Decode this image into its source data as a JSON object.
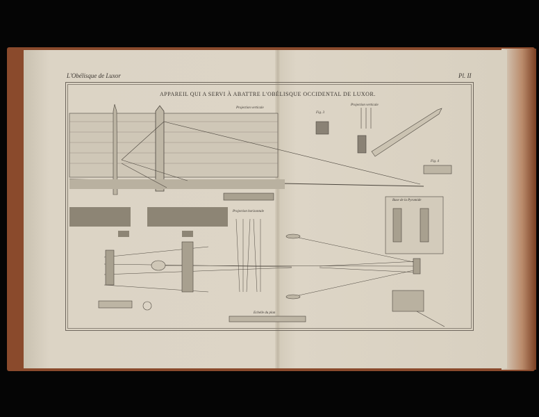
{
  "book": {
    "running_head_left": "L'Obélisque de Luxor",
    "running_head_right": "Pl. II",
    "plate_title": "APPAREIL QUI A SERVI À ABATTRE L'OBÉLISQUE OCCIDENTAL DE LUXOR.",
    "labels": {
      "proj_vert_1": "Projection verticale",
      "fig3": "Fig. 3",
      "proj_vert_2": "Projection verticale",
      "fig4": "Fig. 4",
      "proj_horiz": "Projection horizontale",
      "base_pyramide": "Base de la Pyramide",
      "echelle": "Echelle du plan"
    }
  }
}
